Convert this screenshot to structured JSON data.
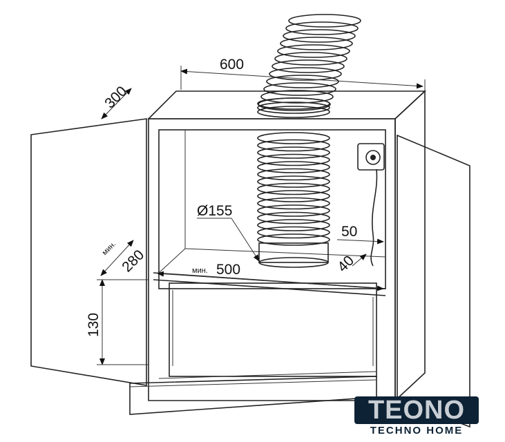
{
  "dimensions": {
    "width": "600",
    "depth": "300",
    "duct_diameter": "Ø155",
    "socket_offset": "50",
    "min_label_depth": "мин.",
    "min_depth": "280",
    "min_label_width": "мин.",
    "min_width": "500",
    "gap": "40",
    "height": "130"
  },
  "logo": {
    "name": "TEONO",
    "tagline": "TECHNO HOME",
    "color": "#0d2235"
  }
}
